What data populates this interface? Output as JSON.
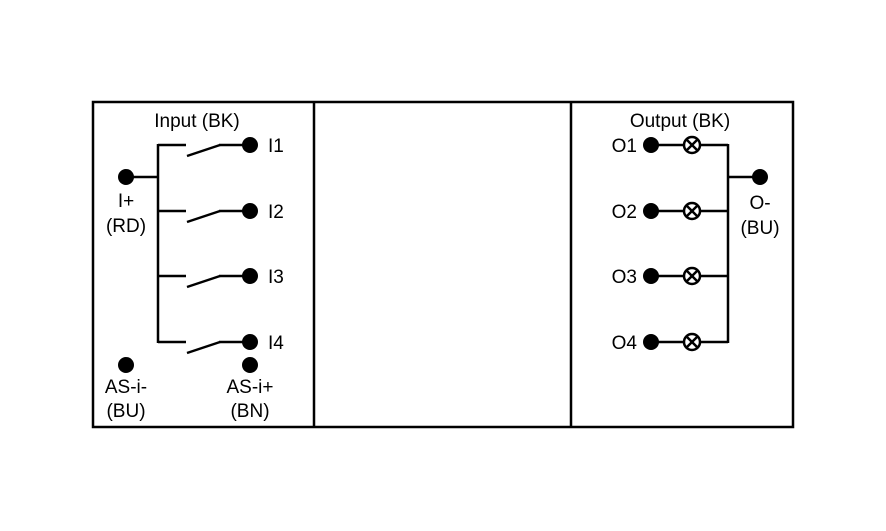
{
  "input": {
    "title": "Input (BK)",
    "common": {
      "label": "I+",
      "color": "(RD)"
    },
    "channels": [
      "I1",
      "I2",
      "I3",
      "I4"
    ]
  },
  "bus": {
    "minus": {
      "label": "AS-i-",
      "color": "(BU)"
    },
    "plus": {
      "label": "AS-i+",
      "color": "(BN)"
    }
  },
  "output": {
    "title": "Output (BK)",
    "common": {
      "label": "O-",
      "color": "(BU)"
    },
    "channels": [
      "O1",
      "O2",
      "O3",
      "O4"
    ]
  }
}
